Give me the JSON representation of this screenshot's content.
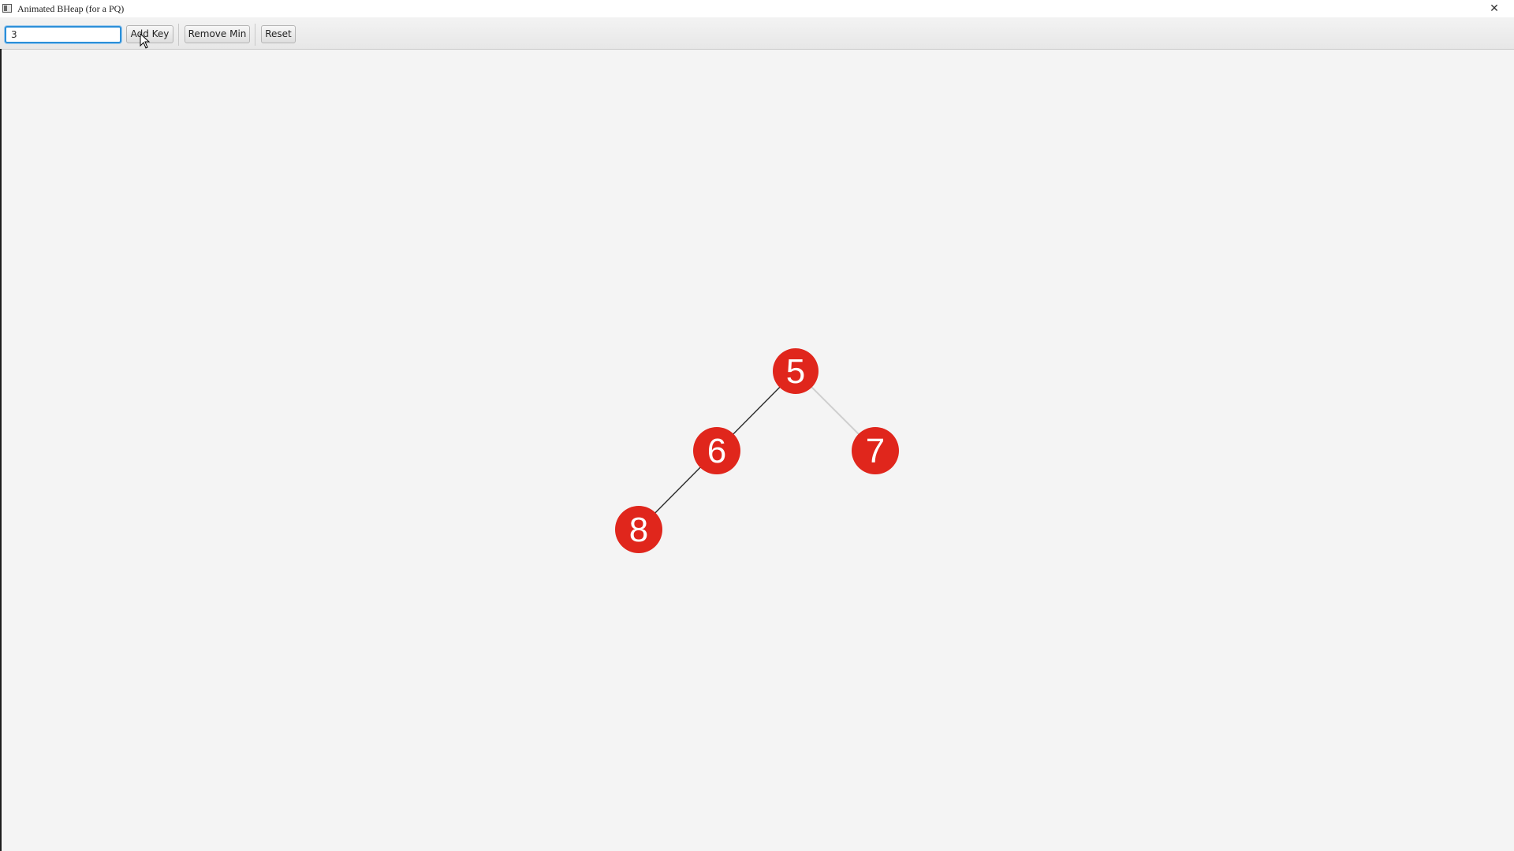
{
  "window": {
    "title": "Animated BHeap (for a PQ)",
    "close_glyph": "✕"
  },
  "toolbar": {
    "input_value": "3",
    "add_key_label": "Add Key",
    "remove_min_label": "Remove Min",
    "reset_label": "Reset"
  },
  "heap": {
    "node_color": "#e0261c",
    "nodes": [
      {
        "key": "5"
      },
      {
        "key": "6"
      },
      {
        "key": "7"
      },
      {
        "key": "8"
      }
    ]
  }
}
